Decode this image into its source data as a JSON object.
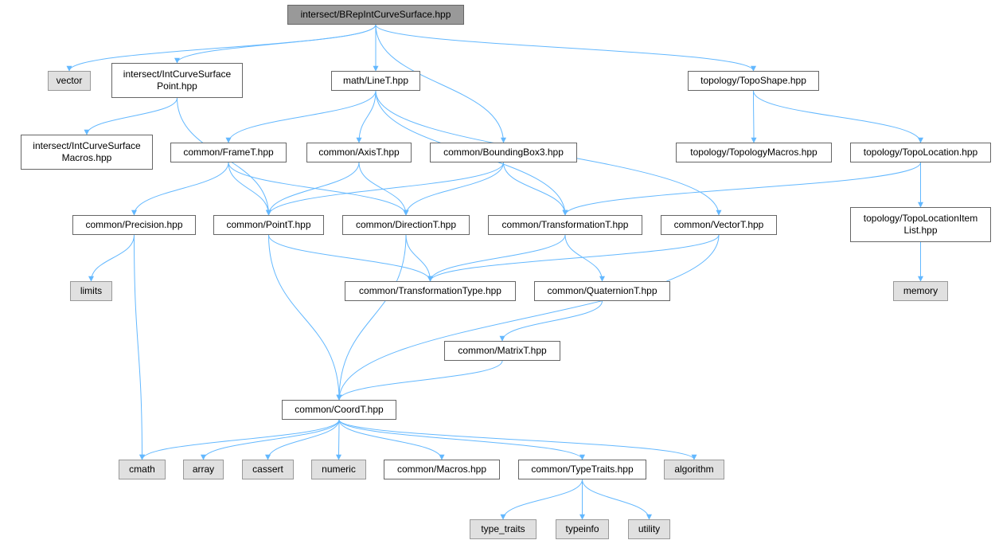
{
  "diagram": {
    "nodes": [
      {
        "id": "root",
        "label": "intersect/BRepIntCurveSurface.hpp",
        "kind": "root"
      },
      {
        "id": "vector",
        "label": "vector",
        "kind": "ext"
      },
      {
        "id": "icsp",
        "label": "intersect/IntCurveSurface\nPoint.hpp",
        "kind": "file"
      },
      {
        "id": "line",
        "label": "math/LineT.hpp",
        "kind": "file"
      },
      {
        "id": "toposhape",
        "label": "topology/TopoShape.hpp",
        "kind": "file"
      },
      {
        "id": "icsm",
        "label": "intersect/IntCurveSurface\nMacros.hpp",
        "kind": "file"
      },
      {
        "id": "frame",
        "label": "common/FrameT.hpp",
        "kind": "file"
      },
      {
        "id": "axis",
        "label": "common/AxisT.hpp",
        "kind": "file"
      },
      {
        "id": "bbox",
        "label": "common/BoundingBox3.hpp",
        "kind": "file"
      },
      {
        "id": "topomacros",
        "label": "topology/TopologyMacros.hpp",
        "kind": "file"
      },
      {
        "id": "topoloc",
        "label": "topology/TopoLocation.hpp",
        "kind": "file"
      },
      {
        "id": "precision",
        "label": "common/Precision.hpp",
        "kind": "file"
      },
      {
        "id": "point",
        "label": "common/PointT.hpp",
        "kind": "file"
      },
      {
        "id": "direction",
        "label": "common/DirectionT.hpp",
        "kind": "file"
      },
      {
        "id": "transf",
        "label": "common/TransformationT.hpp",
        "kind": "file"
      },
      {
        "id": "vectort",
        "label": "common/VectorT.hpp",
        "kind": "file"
      },
      {
        "id": "topolocitem",
        "label": "topology/TopoLocationItem\nList.hpp",
        "kind": "file"
      },
      {
        "id": "limits",
        "label": "limits",
        "kind": "ext"
      },
      {
        "id": "ttype",
        "label": "common/TransformationType.hpp",
        "kind": "file"
      },
      {
        "id": "quat",
        "label": "common/QuaternionT.hpp",
        "kind": "file"
      },
      {
        "id": "memory",
        "label": "memory",
        "kind": "ext"
      },
      {
        "id": "matrix",
        "label": "common/MatrixT.hpp",
        "kind": "file"
      },
      {
        "id": "coord",
        "label": "common/CoordT.hpp",
        "kind": "file"
      },
      {
        "id": "cmath",
        "label": "cmath",
        "kind": "ext"
      },
      {
        "id": "array",
        "label": "array",
        "kind": "ext"
      },
      {
        "id": "cassert",
        "label": "cassert",
        "kind": "ext"
      },
      {
        "id": "numeric",
        "label": "numeric",
        "kind": "ext"
      },
      {
        "id": "macros",
        "label": "common/Macros.hpp",
        "kind": "file"
      },
      {
        "id": "typetraits",
        "label": "common/TypeTraits.hpp",
        "kind": "file"
      },
      {
        "id": "algorithm",
        "label": "algorithm",
        "kind": "ext"
      },
      {
        "id": "type_traits",
        "label": "type_traits",
        "kind": "ext"
      },
      {
        "id": "typeinfo",
        "label": "typeinfo",
        "kind": "ext"
      },
      {
        "id": "utility",
        "label": "utility",
        "kind": "ext"
      }
    ],
    "edges": [
      [
        "root",
        "vector"
      ],
      [
        "root",
        "icsp"
      ],
      [
        "root",
        "line"
      ],
      [
        "root",
        "bbox"
      ],
      [
        "root",
        "toposhape"
      ],
      [
        "icsp",
        "icsm"
      ],
      [
        "icsp",
        "point"
      ],
      [
        "line",
        "frame"
      ],
      [
        "line",
        "axis"
      ],
      [
        "line",
        "transf"
      ],
      [
        "line",
        "vectort"
      ],
      [
        "toposhape",
        "topomacros"
      ],
      [
        "toposhape",
        "topoloc"
      ],
      [
        "frame",
        "precision"
      ],
      [
        "frame",
        "point"
      ],
      [
        "frame",
        "direction"
      ],
      [
        "axis",
        "point"
      ],
      [
        "axis",
        "direction"
      ],
      [
        "bbox",
        "point"
      ],
      [
        "bbox",
        "direction"
      ],
      [
        "bbox",
        "transf"
      ],
      [
        "topoloc",
        "transf"
      ],
      [
        "topoloc",
        "topolocitem"
      ],
      [
        "precision",
        "limits"
      ],
      [
        "precision",
        "cmath"
      ],
      [
        "point",
        "ttype"
      ],
      [
        "point",
        "coord"
      ],
      [
        "direction",
        "ttype"
      ],
      [
        "direction",
        "coord"
      ],
      [
        "transf",
        "ttype"
      ],
      [
        "transf",
        "quat"
      ],
      [
        "vectort",
        "ttype"
      ],
      [
        "vectort",
        "coord"
      ],
      [
        "topolocitem",
        "memory"
      ],
      [
        "quat",
        "matrix"
      ],
      [
        "matrix",
        "coord"
      ],
      [
        "coord",
        "cmath"
      ],
      [
        "coord",
        "array"
      ],
      [
        "coord",
        "cassert"
      ],
      [
        "coord",
        "numeric"
      ],
      [
        "coord",
        "macros"
      ],
      [
        "coord",
        "typetraits"
      ],
      [
        "coord",
        "algorithm"
      ],
      [
        "typetraits",
        "type_traits"
      ],
      [
        "typetraits",
        "typeinfo"
      ],
      [
        "typetraits",
        "utility"
      ]
    ],
    "colors": {
      "edge": "#63b8ff",
      "root_fill": "#999999",
      "ext_fill": "#e0e0e0",
      "node_border": "#666666"
    }
  }
}
